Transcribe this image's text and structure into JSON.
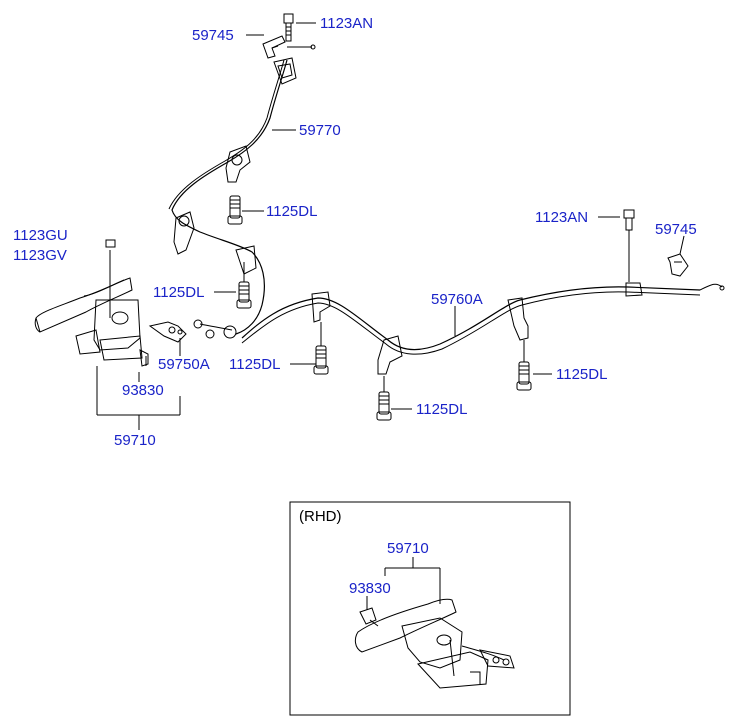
{
  "labels": {
    "l_59745_top": "59745",
    "l_1123an_top": "1123AN",
    "l_59770": "59770",
    "l_1125dl_1": "1125DL",
    "l_1123an_right": "1123AN",
    "l_59745_right": "59745",
    "l_1123gu": "1123GU",
    "l_1123gv": "1123GV",
    "l_1125dl_2": "1125DL",
    "l_59760a": "59760A",
    "l_59750a": "59750A",
    "l_1125dl_3": "1125DL",
    "l_1125dl_4": "1125DL",
    "l_93830": "93830",
    "l_1125dl_5": "1125DL",
    "l_59710": "59710"
  },
  "rhd_box": {
    "title": "(RHD)",
    "l_59710": "59710",
    "l_93830": "93830"
  },
  "colors": {
    "label": "#1a23c8",
    "line": "#000000"
  }
}
